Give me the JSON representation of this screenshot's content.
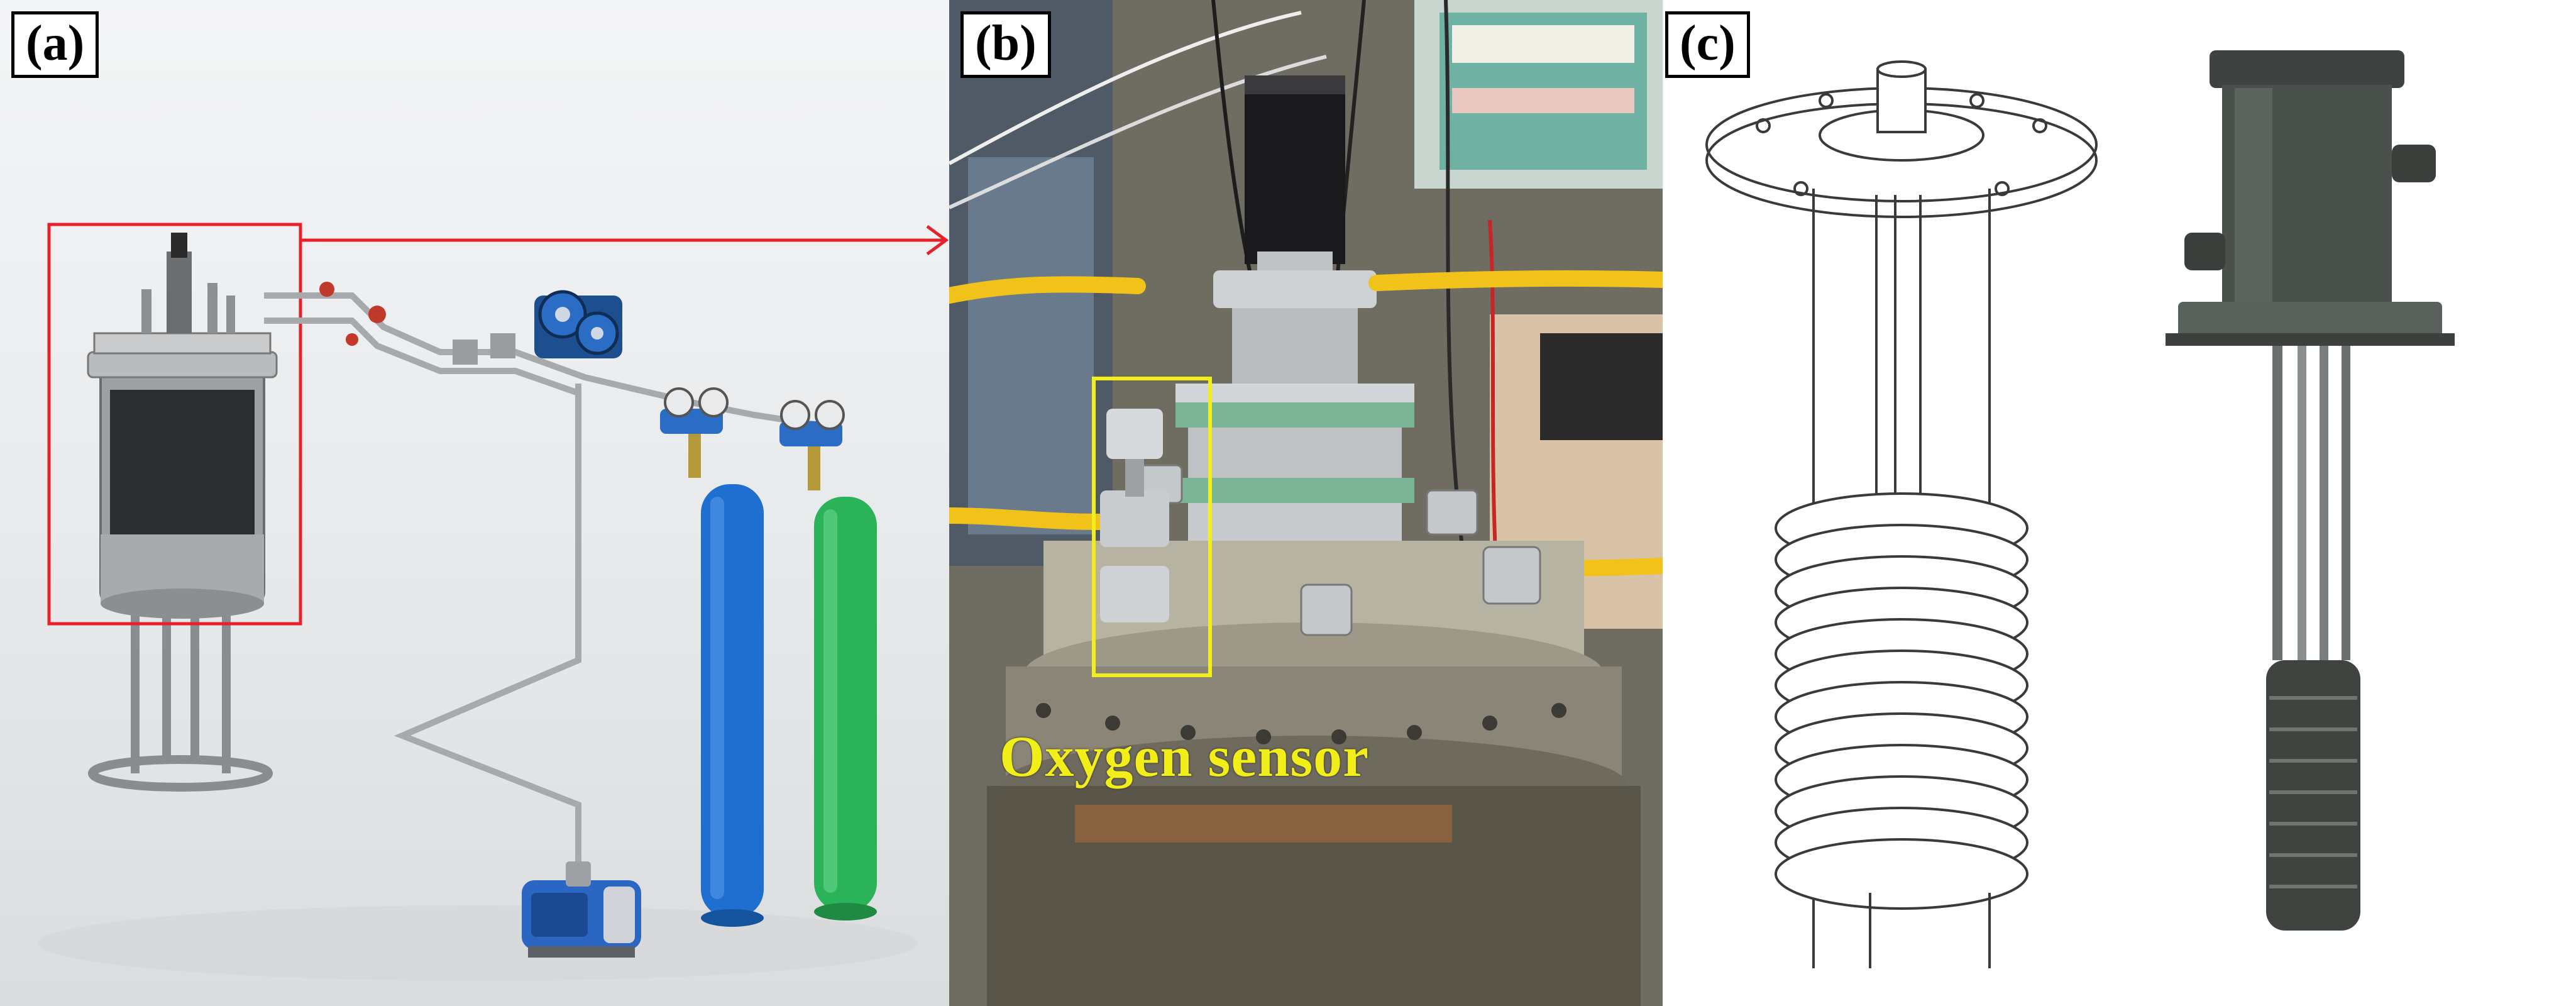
{
  "panels": [
    {
      "label": "(a)",
      "icons": [
        "pressure-vessel-icon",
        "gauge-icon",
        "gas-cylinder-blue-icon",
        "gas-cylinder-green-icon",
        "vacuum-pump-icon",
        "red-arrow-icon"
      ]
    },
    {
      "label": "(b)",
      "annotation": "Oxygen sensor",
      "icons": [
        "motor-icon",
        "flange-lid-icon",
        "oxygen-sensor-icon",
        "yellow-hose-icon"
      ]
    },
    {
      "label": "(c)",
      "icons": [
        "stirrer-drawing-icon",
        "stirrer-photo-icon"
      ]
    }
  ],
  "colors": {
    "highlight_red": "#e8202a",
    "highlight_yellow": "#f2ee1a",
    "cylinder_blue": "#1f6fd1",
    "cylinder_green": "#2bb35a"
  }
}
